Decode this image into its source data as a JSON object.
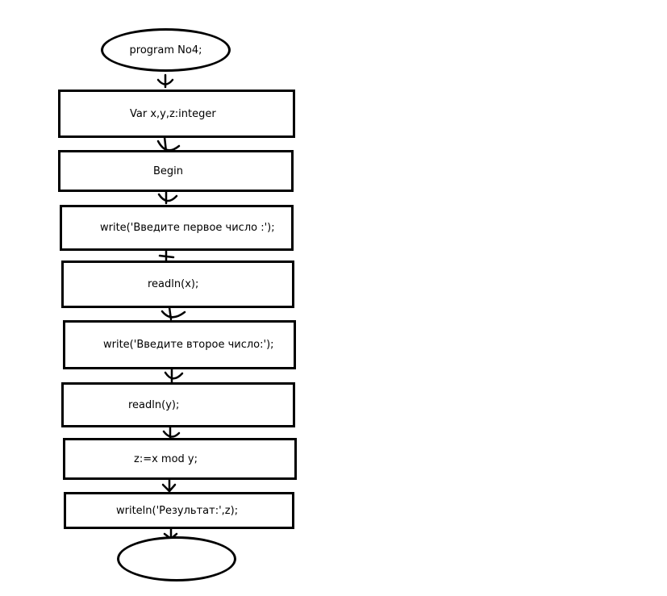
{
  "flowchart": {
    "start": {
      "label": "program No4;"
    },
    "steps": [
      {
        "id": "var",
        "label": "Var x,y,z:integer"
      },
      {
        "id": "begin",
        "label": "Begin"
      },
      {
        "id": "write1",
        "label": "write('Введите первое число :');"
      },
      {
        "id": "readx",
        "label": "readln(x);"
      },
      {
        "id": "write2",
        "label": "write('Введите второе число:');"
      },
      {
        "id": "ready",
        "label": "readln(y);"
      },
      {
        "id": "mod",
        "label": "z:=x mod y;"
      },
      {
        "id": "writeln",
        "label": "writeln('Результат:',z);"
      }
    ],
    "end": {
      "label": ""
    }
  },
  "colors": {
    "stroke": "#000000",
    "background": "#ffffff"
  }
}
